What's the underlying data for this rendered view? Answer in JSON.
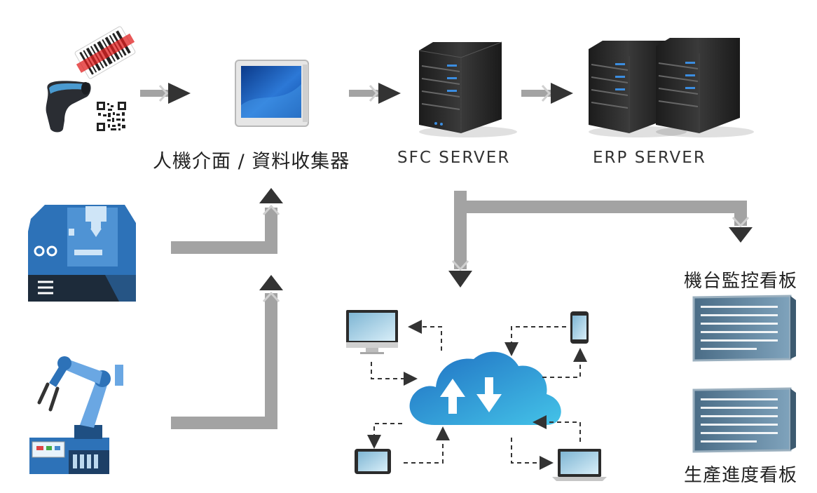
{
  "labels": {
    "hmi": "人機介面 / 資料收集器",
    "sfc_server": "SFC SERVER",
    "erp_server": "ERP SERVER",
    "machine_monitor_board": "機台監控看板",
    "production_progress_board": "生產進度看板"
  },
  "icons": {
    "barcode_scanner": "barcode-scanner-icon",
    "qr_code": "qr-code-icon",
    "hmi_panel": "touch-panel-icon",
    "server": "server-icon",
    "cnc_machine": "cnc-machine-icon",
    "robot_arm": "robot-arm-icon",
    "cloud": "cloud-sync-icon",
    "monitor": "desktop-monitor-icon",
    "phone": "smartphone-icon",
    "tablet": "tablet-icon",
    "laptop": "laptop-icon",
    "dashboard": "dashboard-screen-icon"
  },
  "colors": {
    "flow_arrow": "#a3a3a3",
    "server_dark": "#2a2a2a",
    "server_led": "#3b8de0",
    "machine_blue": "#2d72b8",
    "cloud_start": "#1f73c4",
    "cloud_end": "#3fc0e6",
    "dashboard_bg": "#5d7f96"
  }
}
